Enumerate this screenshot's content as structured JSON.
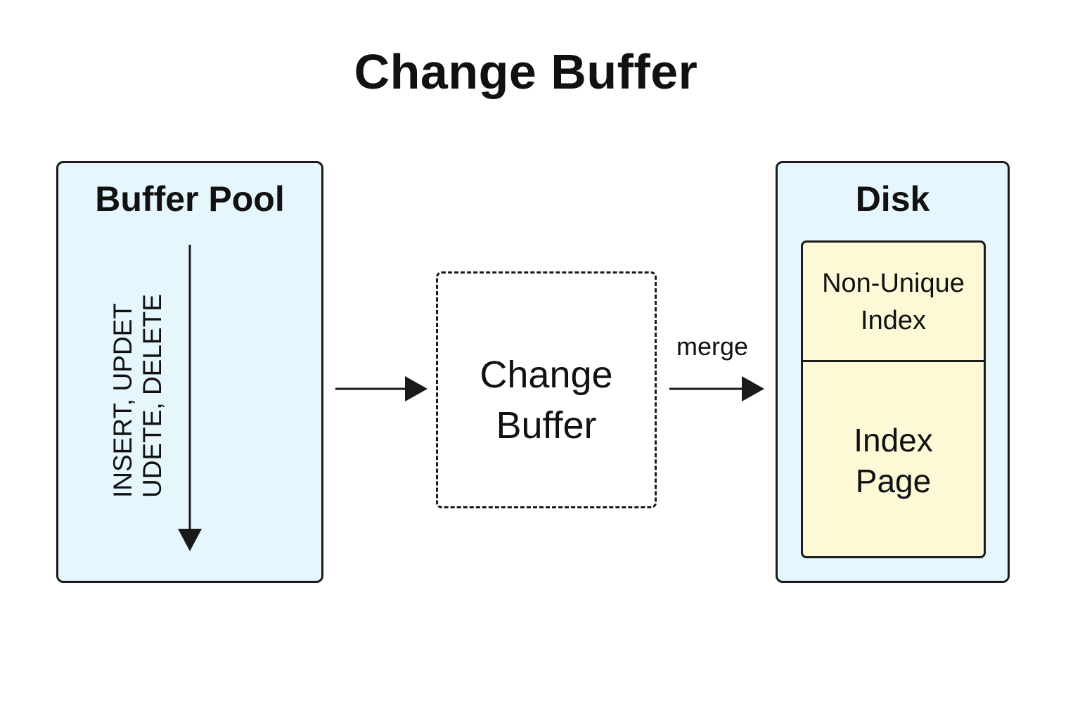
{
  "title": "Change Buffer",
  "colors": {
    "panel_fill": "#e6f6fd",
    "index_fill": "#fdf9d6",
    "stroke": "#1a1a1a",
    "background": "#ffffff"
  },
  "buffer_pool": {
    "title": "Buffer Pool",
    "operations": "INSERT, UPDET\nUDETE, DELETE"
  },
  "change_buffer": {
    "label": "Change\nBuffer"
  },
  "merge_label": "merge",
  "disk": {
    "title": "Disk",
    "non_unique_index": "Non-Unique\nIndex",
    "index_page": "Index\nPage"
  }
}
